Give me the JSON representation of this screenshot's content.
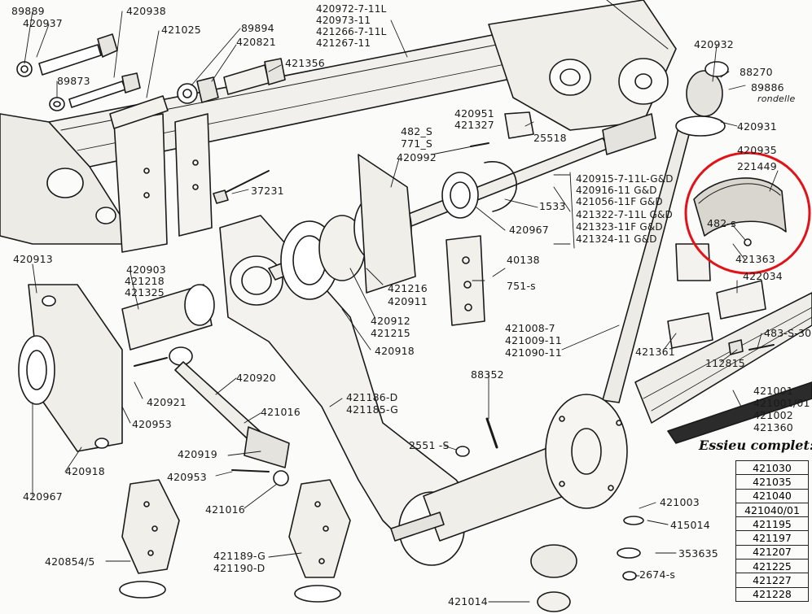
{
  "labels": {
    "p89889": "89889",
    "p420937": "420937",
    "p420938": "420938",
    "p89873": "89873",
    "p421025": "421025",
    "p89894": "89894",
    "p420821": "420821",
    "p421356": "421356",
    "p420972": "420972-7-11L",
    "p420973": "420973-11",
    "p421266": "421266-7-11L",
    "p421267": "421267-11",
    "p420932": "420932",
    "p88270": "88270",
    "p89886": "89886",
    "p89886_note": "rondelle",
    "p420931": "420931",
    "p420935": "420935",
    "p221449": "221449",
    "p482s_b": "482-s",
    "p421363": "421363",
    "p422034": "422034",
    "p420951": "420951",
    "p421327": "421327",
    "p25518": "25518",
    "p482s": "482_S",
    "p771s": "771_S",
    "p420992": "420992",
    "p37231": "37231",
    "p420915": "420915-7-11L-G&D",
    "p420916": "420916-11 G&D",
    "p421056": "421056-11F G&D",
    "p421322": "421322-7-11L G&D",
    "p421323": "421323-11F G&D",
    "p421324": "421324-11 G&D",
    "p1533": "1533",
    "p420967_top": "420967",
    "p40138": "40138",
    "p751s": "751-s",
    "p420913": "420913",
    "p420903": "420903",
    "p421218": "421218",
    "p421325": "421325",
    "p421216": "421216",
    "p420911": "420911",
    "p420912": "420912",
    "p421215": "421215",
    "p420918_mid": "420918",
    "p421008": "421008-7",
    "p421009": "421009-11",
    "p421090": "421090-11",
    "p421361": "421361",
    "p483s30": "483-S-30",
    "p112815": "112815",
    "p420920": "420920",
    "p420921": "420921",
    "p420953": "420953",
    "p421016": "421016",
    "p88352": "88352",
    "p421186": "421186-D",
    "p421185": "421185-G",
    "p421001": "421001",
    "p421001_01": "421001/01",
    "p421002": "421002",
    "p421360": "421360",
    "p420918_low": "420918",
    "p420919": "420919",
    "p420953_low": "420953",
    "p2551s": "2551 -S",
    "p420967_low": "420967",
    "p421016_low": "421016",
    "p421003": "421003",
    "p415014": "415014",
    "p353635": "353635",
    "p2674s": "2674-s",
    "p421189": "421189-G",
    "p421190": "421190-D",
    "p420854": "420854/5",
    "p421014": "421014"
  },
  "essieu": {
    "title": "Essieu complet:",
    "refs": [
      "421030",
      "421035",
      "421040",
      "421040/01",
      "421195",
      "421197",
      "421207",
      "421225",
      "421227",
      "421228"
    ]
  },
  "colors": {
    "ink": "#1a1a1a",
    "paper": "#fbfbf9",
    "highlight": "#e0131a"
  }
}
